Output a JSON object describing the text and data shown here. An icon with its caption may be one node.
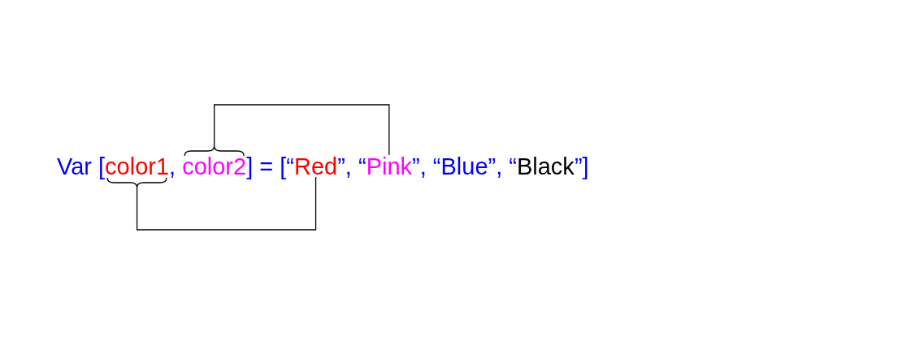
{
  "diagram": {
    "nodes": [
      {
        "text": [
          "color1"
        ]
      },
      {
        "text": [
          "color2"
        ]
      },
      {
        "text": [
          "Red"
        ]
      },
      {
        "text": [
          "Pink"
        ]
      }
    ],
    "edges": [
      {
        "from": 0,
        "to": 2,
        "arrow": "none"
      },
      {
        "from": 1,
        "to": 3,
        "arrow": "none"
      }
    ],
    "labels": [
      "Var [",
      ",",
      "] = [“",
      "”, “",
      "”, “Blue”, “",
      "Black",
      "”]"
    ]
  }
}
